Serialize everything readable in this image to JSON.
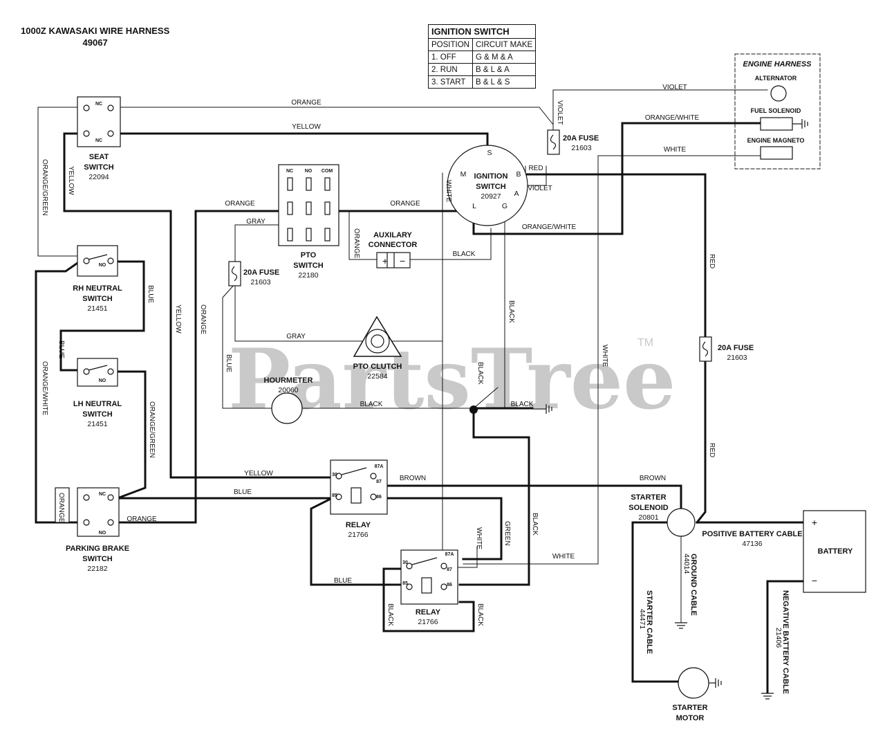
{
  "header": {
    "title": "1000Z KAWASAKI WIRE HARNESS",
    "number": "49067"
  },
  "ignition_table": {
    "title": "IGNITION SWITCH",
    "columns": [
      "POSITION",
      "CIRCUIT MAKE"
    ],
    "rows": [
      [
        "1. OFF",
        "G & M & A"
      ],
      [
        "2. RUN",
        "B & L & A"
      ],
      [
        "3. START",
        "B & L & S"
      ]
    ]
  },
  "engine_harness": {
    "title": "ENGINE HARNESS",
    "alternator": "ALTERNATOR",
    "fuel_solenoid": "FUEL SOLENOID",
    "engine_magneto": "ENGINE MAGNETO"
  },
  "components": {
    "seat_switch": {
      "name1": "SEAT",
      "name2": "SWITCH",
      "part": "22094"
    },
    "rh_neutral": {
      "name1": "RH NEUTRAL",
      "name2": "SWITCH",
      "part": "21451"
    },
    "lh_neutral": {
      "name1": "LH NEUTRAL",
      "name2": "SWITCH",
      "part": "21451"
    },
    "parking_brake": {
      "name1": "PARKING BRAKE",
      "name2": "SWITCH",
      "part": "22182"
    },
    "pto_switch": {
      "name1": "PTO",
      "name2": "SWITCH",
      "part": "22180"
    },
    "ignition_switch": {
      "name1": "IGNITION",
      "name2": "SWITCH",
      "part": "20927"
    },
    "aux_connector": {
      "name1": "AUXILARY",
      "name2": "CONNECTOR"
    },
    "fuse_left": {
      "name": "20A FUSE",
      "part": "21603"
    },
    "fuse_top": {
      "name": "20A FUSE",
      "part": "21603"
    },
    "fuse_right": {
      "name": "20A FUSE",
      "part": "21603"
    },
    "pto_clutch": {
      "name": "PTO CLUTCH",
      "part": "22584"
    },
    "hourmeter": {
      "name": "HOURMETER",
      "part": "20060"
    },
    "relay1": {
      "name": "RELAY",
      "part": "21766"
    },
    "relay2": {
      "name": "RELAY",
      "part": "21766"
    },
    "starter_solenoid": {
      "name1": "STARTER",
      "name2": "SOLENOID",
      "part": "20801"
    },
    "starter_motor": {
      "name1": "STARTER",
      "name2": "MOTOR"
    },
    "battery": {
      "name": "BATTERY",
      "plus": "+",
      "minus": "−"
    },
    "positive_cable": {
      "name": "POSITIVE BATTERY CABLE",
      "part": "47136"
    },
    "negative_cable": {
      "name": "NEGATIVE BATTERY CABLE",
      "part": "21406"
    },
    "ground_cable": {
      "name": "GROUND CABLE",
      "part": "44014"
    },
    "starter_cable": {
      "name": "STARTER CABLE",
      "part": "44471"
    }
  },
  "pin_labels": {
    "nc": "NC",
    "no": "NO",
    "com": "COM",
    "s": "S",
    "b": "B",
    "a": "A",
    "m": "M",
    "l": "L",
    "g": "G",
    "r30": "30",
    "r87a": "87A",
    "r87": "87",
    "r85": "85",
    "r86": "86",
    "plus": "+",
    "minus": "−"
  },
  "wire_colors": {
    "orange": "ORANGE",
    "yellow": "YELLOW",
    "violet": "VIOLET",
    "orange_white": "ORANGE/WHITE",
    "white": "WHITE",
    "red": "RED",
    "gray": "GRAY",
    "black": "BLACK",
    "blue": "BLUE",
    "brown": "BROWN",
    "green": "GREEN",
    "orange_green": "ORANGE/GREEN"
  },
  "watermark": {
    "text": "PartsTree",
    "tm": "TM"
  }
}
